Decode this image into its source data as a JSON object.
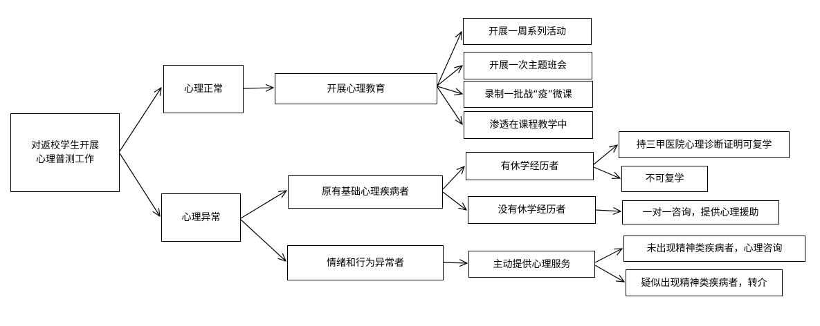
{
  "diagram": {
    "root": [
      "对返校学生开展",
      "心理普测工作"
    ],
    "normal": "心理正常",
    "abnormal": "心理异常",
    "education": "开展心理教育",
    "activities": [
      "开展一周系列活动",
      "开展一次主题班会",
      "录制一批战“疫”微课",
      "渗透在课程教学中"
    ],
    "base_patients": "原有基础心理疾病者",
    "emotion_behavior": "情绪和行为异常者",
    "with_leave": "有休学经历者",
    "without_leave": "没有休学经历者",
    "active_service": "主动提供心理服务",
    "certificate": "持三甲医院心理诊断证明可复学",
    "no_return": "不可复学",
    "one_on_one": "一对一咨询，提供心理援助",
    "no_mental_illness": "未出现精神类疾病者，心理咨询",
    "suspected_mental_illness": "疑似出现精神类疾病者，转介"
  }
}
